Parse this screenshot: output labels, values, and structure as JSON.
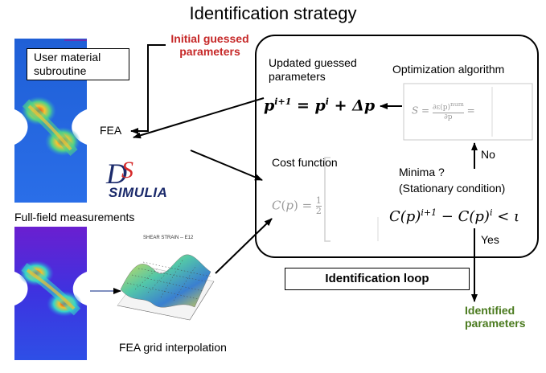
{
  "title": "Identification strategy",
  "labels": {
    "user_material": "User material subroutine",
    "initial_guess": "Initial guessed parameters",
    "fea": "FEA",
    "full_field": "Full-field measurements",
    "fea_grid": "FEA grid interpolation",
    "updated_guess": "Updated guessed parameters",
    "optimization": "Optimization algorithm",
    "cost_function": "Cost function",
    "minima_q": "Minima ?",
    "stationary": "(Stationary condition)",
    "no": "No",
    "yes": "Yes",
    "identification_loop": "Identification loop",
    "identified": "Identified parameters",
    "simulia": "SIMULIA",
    "shear_strain_title": "SHEAR STRAIN -- E12"
  },
  "formulas": {
    "update": "p^{i+1} = p^i + Δp",
    "sensitivity": "S = ∂ε(p)^{num} / ∂p",
    "cost": "C(p) = 1/2",
    "criterion": "C(p)^{i+1} − C(p)^{i} < ι"
  },
  "colors": {
    "red_label": "#c62828",
    "green_label": "#4a7a1e",
    "simulia_blue": "#1b2a6b",
    "simulia_red": "#d62b2b"
  }
}
